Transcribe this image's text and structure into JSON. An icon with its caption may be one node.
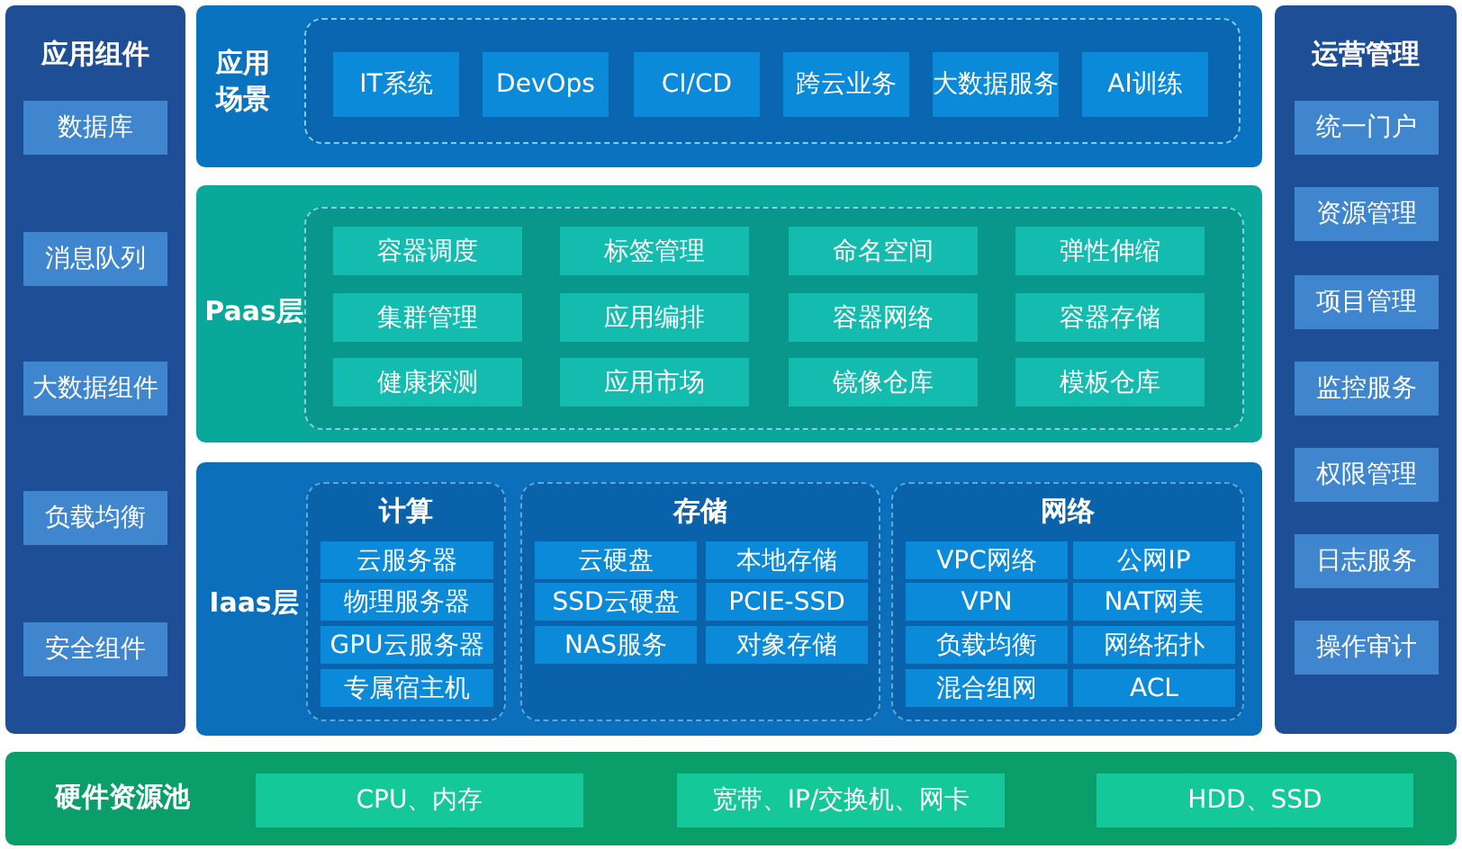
{
  "diagram": {
    "nodes": [
      {
        "text": [
          "应用组件"
        ]
      },
      {
        "text": [
          "数据库"
        ],
        "in": 0
      },
      {
        "text": [
          "消息队列"
        ],
        "in": 0
      },
      {
        "text": [
          "大数据组件"
        ],
        "in": 0
      },
      {
        "text": [
          "负载均衡"
        ],
        "in": 0
      },
      {
        "text": [
          "安全组件"
        ],
        "in": 0
      },
      {
        "text": [
          "应用场景"
        ]
      },
      {
        "text": [
          "IT系统"
        ],
        "in": 6
      },
      {
        "text": [
          "DevOps"
        ],
        "in": 6
      },
      {
        "text": [
          "CI/CD"
        ],
        "in": 6
      },
      {
        "text": [
          "跨云业务"
        ],
        "in": 6
      },
      {
        "text": [
          "大数据服务"
        ],
        "in": 6
      },
      {
        "text": [
          "AI训练"
        ],
        "in": 6
      },
      {
        "text": [
          "Paas层"
        ]
      },
      {
        "text": [
          "容器调度"
        ],
        "in": 13
      },
      {
        "text": [
          "标签管理"
        ],
        "in": 13
      },
      {
        "text": [
          "命名空间"
        ],
        "in": 13
      },
      {
        "text": [
          "弹性伸缩"
        ],
        "in": 13
      },
      {
        "text": [
          "集群管理"
        ],
        "in": 13
      },
      {
        "text": [
          "应用编排"
        ],
        "in": 13
      },
      {
        "text": [
          "容器网络"
        ],
        "in": 13
      },
      {
        "text": [
          "容器存储"
        ],
        "in": 13
      },
      {
        "text": [
          "健康探测"
        ],
        "in": 13
      },
      {
        "text": [
          "应用市场"
        ],
        "in": 13
      },
      {
        "text": [
          "镜像仓库"
        ],
        "in": 13
      },
      {
        "text": [
          "模板仓库"
        ],
        "in": 13
      },
      {
        "text": [
          "Iaas层"
        ]
      },
      {
        "text": [
          "计算"
        ],
        "in": 26
      },
      {
        "text": [
          "云服务器"
        ],
        "in": 27
      },
      {
        "text": [
          "物理服务器"
        ],
        "in": 27
      },
      {
        "text": [
          "GPU云服务器"
        ],
        "in": 27
      },
      {
        "text": [
          "专属宿主机"
        ],
        "in": 27
      },
      {
        "text": [
          "存储"
        ],
        "in": 26
      },
      {
        "text": [
          "云硬盘"
        ],
        "in": 32
      },
      {
        "text": [
          "本地存储"
        ],
        "in": 32
      },
      {
        "text": [
          "SSD云硬盘"
        ],
        "in": 32
      },
      {
        "text": [
          "PCIE-SSD"
        ],
        "in": 32
      },
      {
        "text": [
          "NAS服务"
        ],
        "in": 32
      },
      {
        "text": [
          "对象存储"
        ],
        "in": 32
      },
      {
        "text": [
          "网络"
        ],
        "in": 26
      },
      {
        "text": [
          "VPC网络"
        ],
        "in": 39
      },
      {
        "text": [
          "公网IP"
        ],
        "in": 39
      },
      {
        "text": [
          "VPN"
        ],
        "in": 39
      },
      {
        "text": [
          "NAT网美"
        ],
        "in": 39
      },
      {
        "text": [
          "负载均衡"
        ],
        "in": 39
      },
      {
        "text": [
          "网络拓扑"
        ],
        "in": 39
      },
      {
        "text": [
          "混合组网"
        ],
        "in": 39
      },
      {
        "text": [
          "ACL"
        ],
        "in": 39
      },
      {
        "text": [
          "运营管理"
        ]
      },
      {
        "text": [
          "统一门户"
        ],
        "in": 48
      },
      {
        "text": [
          "资源管理"
        ],
        "in": 48
      },
      {
        "text": [
          "项目管理"
        ],
        "in": 48
      },
      {
        "text": [
          "监控服务"
        ],
        "in": 48
      },
      {
        "text": [
          "权限管理"
        ],
        "in": 48
      },
      {
        "text": [
          "日志服务"
        ],
        "in": 48
      },
      {
        "text": [
          "操作审计"
        ],
        "in": 48
      },
      {
        "text": [
          "硬件资源池"
        ]
      },
      {
        "text": [
          "CPU、内存"
        ],
        "in": 56
      },
      {
        "text": [
          "宽带、IP/交换机、网卡"
        ],
        "in": 56
      },
      {
        "text": [
          "HDD、SSD"
        ],
        "in": 56
      }
    ]
  }
}
